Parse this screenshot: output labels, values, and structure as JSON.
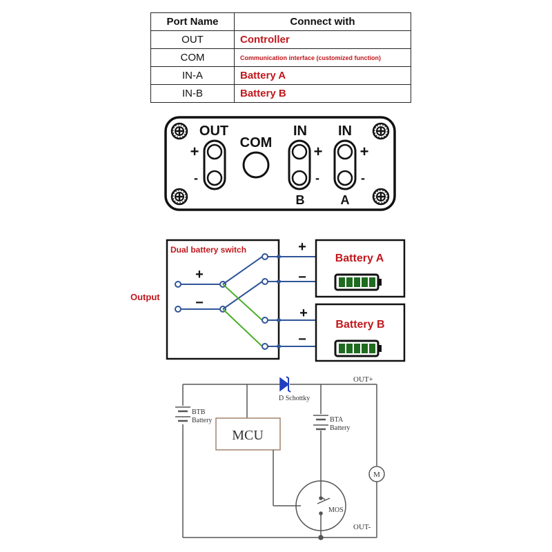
{
  "table": {
    "header": {
      "port": "Port Name",
      "connect": "Connect with"
    },
    "rows": [
      {
        "port": "OUT",
        "connect": "Controller"
      },
      {
        "port": "COM",
        "connect": "Communication interface (customized function)"
      },
      {
        "port": "IN-A",
        "connect": "Battery A"
      },
      {
        "port": "IN-B",
        "connect": "Battery B"
      }
    ]
  },
  "panel": {
    "out": "OUT",
    "com": "COM",
    "in1": "IN",
    "in2": "IN",
    "b": "B",
    "a": "A",
    "plus": "+",
    "minus": "-"
  },
  "switch_diagram": {
    "box_title": "Dual battery switch",
    "output_label": "Output",
    "plus": "+",
    "minus": "−",
    "battery_a": "Battery A",
    "battery_b": "Battery B"
  },
  "circuit": {
    "out_plus": "OUT+",
    "out_minus": "OUT-",
    "schottky": "D Schottky",
    "btb": "BTB",
    "btb_sub": "Battery",
    "bta": "BTA",
    "bta_sub": "Battery",
    "mcu": "MCU",
    "mos": "MOS",
    "motor": "M"
  },
  "colors": {
    "red_text": "#c0171c",
    "wire_blue": "#2f5597",
    "wire_green": "#4caf2a",
    "circuit_line": "#555555",
    "mcu_border": "#a0826d",
    "diode_blue": "#1f3fbf",
    "battery_green": "#1f6b1f"
  }
}
